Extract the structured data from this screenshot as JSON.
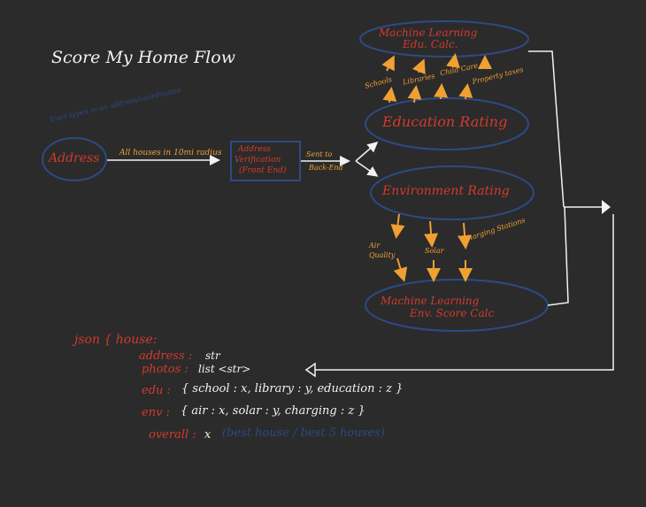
{
  "title": "Score My Home Flow",
  "nodes": {
    "address": "Address",
    "address_note": "User types in an address/coordinates",
    "all_houses": "All houses in 10mi radius",
    "verification_line1": "Address",
    "verification_line2": "Verification",
    "verification_line3": "(Front End)",
    "sent_line1": "Sent to",
    "sent_line2": "Back-End",
    "ml_edu_line1": "Machine Learning",
    "ml_edu_line2": "Edu. Calc.",
    "edu_rating": "Education Rating",
    "env_rating": "Environment Rating",
    "ml_env_line1": "Machine Learning",
    "ml_env_line2": "Env. Score Calc"
  },
  "edu_factors": [
    "Schools",
    "Libraries",
    "Child Care",
    "Property taxes"
  ],
  "env_factors": [
    "Air Quality",
    "Solar",
    "Charging Stations"
  ],
  "json_schema": {
    "header": "json { house:",
    "address_key": "address :",
    "address_val": "str",
    "photos_key": "photos :",
    "photos_val": "list <str>",
    "edu_key": "edu :",
    "edu_val": "{ school : x, library : y, education : z }",
    "env_key": "env :",
    "env_val": "{ air : x, solar : y, charging : z }",
    "overall_key": "overall :",
    "overall_val": "x",
    "overall_note": "(best house / best 5 houses)"
  },
  "colors": {
    "background": "#2b2b2b",
    "red": "#d33a2c",
    "white": "#f2f2f2",
    "orange": "#f0a033",
    "blue": "#2c4a86"
  }
}
